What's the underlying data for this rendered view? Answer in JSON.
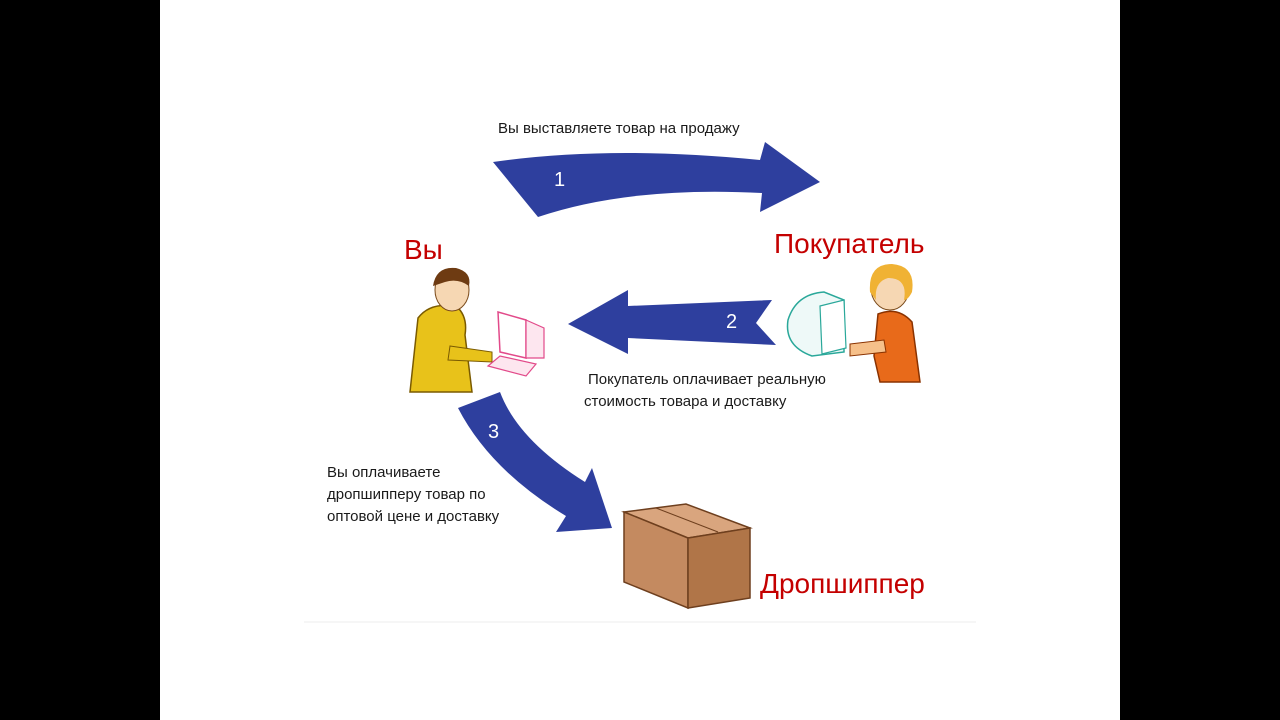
{
  "colors": {
    "background_outer": "#000000",
    "slide_background": "#ffffff",
    "arrow": "#2e3f9e",
    "role_label": "#c40000",
    "caption_text": "#1a1a1a",
    "box": "#c08a63"
  },
  "steps": [
    {
      "number": "1",
      "caption": "Вы выставляете товар на продажу"
    },
    {
      "number": "2",
      "caption_lines": [
        "Покупатель оплачивает реальную",
        "стоимость товара и доставку"
      ]
    },
    {
      "number": "3",
      "caption_lines": [
        "Вы оплачиваете",
        "дропшипперу товар по",
        "оптовой цене и доставку"
      ]
    }
  ],
  "actors": {
    "you": {
      "label": "Вы",
      "icon": "person-at-computer-icon"
    },
    "buyer": {
      "label": "Покупатель",
      "icon": "person-at-computer-icon"
    },
    "dropshipper": {
      "label": "Дропшиппер",
      "icon": "cardboard-box-icon"
    }
  }
}
